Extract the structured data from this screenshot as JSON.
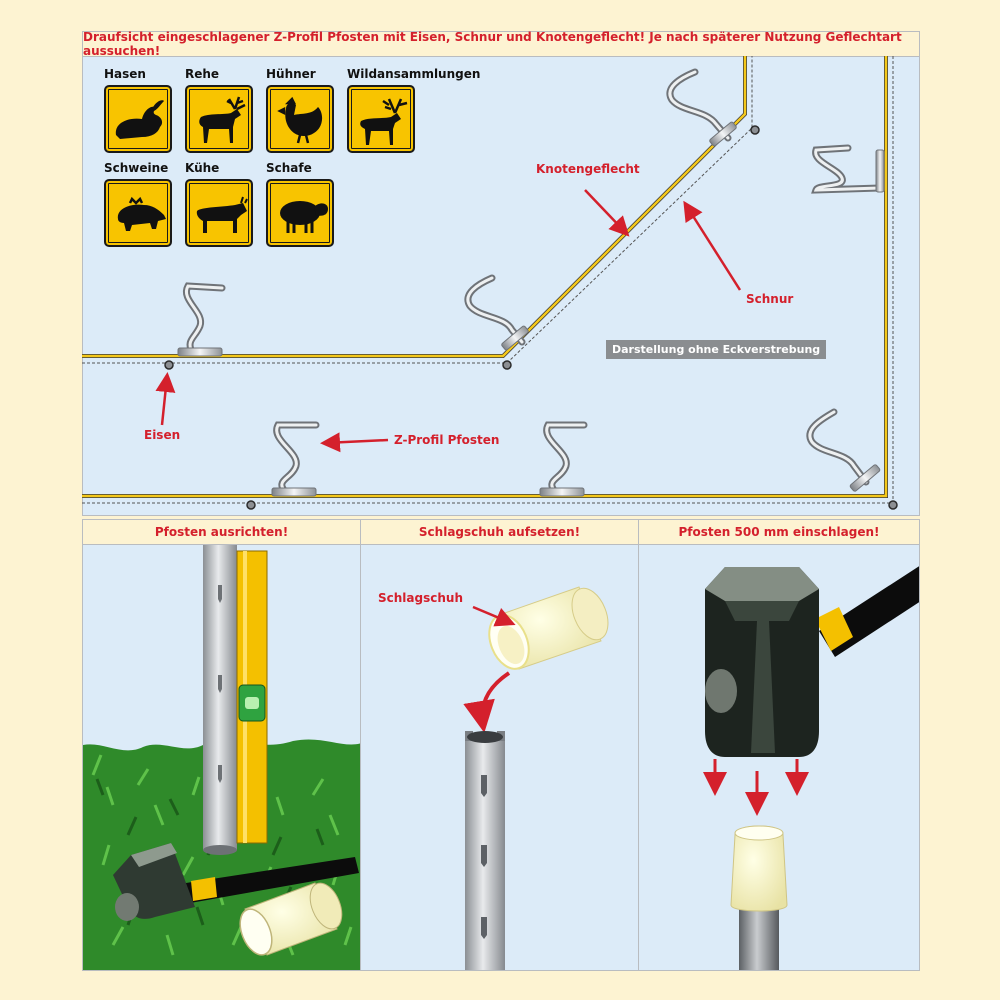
{
  "top_title": "Draufsicht eingeschlagener Z-Profil Pfosten mit Eisen, Schnur und Knotengeflecht! Je nach späterer Nutzung Geflechtart aussuchen!",
  "animals": [
    {
      "label": "Hasen",
      "icon": "rabbit-icon"
    },
    {
      "label": "Rehe",
      "icon": "deer-icon"
    },
    {
      "label": "Hühner",
      "icon": "chicken-icon"
    },
    {
      "label": "Wildansammlungen",
      "icon": "reindeer-icon"
    },
    {
      "label": "Schweine",
      "icon": "boar-icon"
    },
    {
      "label": "Kühe",
      "icon": "cow-icon"
    },
    {
      "label": "Schafe",
      "icon": "sheep-icon"
    }
  ],
  "labels": {
    "knotengeflecht": "Knotengeflecht",
    "schnur": "Schnur",
    "eisen": "Eisen",
    "z_profil": "Z-Profil Pfosten",
    "darstellung": "Darstellung ohne Eckverstrebung",
    "schlagschuh": "Schlagschuh"
  },
  "steps": [
    {
      "title": "Pfosten ausrichten!"
    },
    {
      "title": "Schlagschuh aufsetzen!"
    },
    {
      "title": "Pfosten 500 mm einschlagen!"
    }
  ],
  "colors": {
    "accent": "#d4202c",
    "panel": "#dcebf8",
    "background": "#fdf3d2",
    "yellow": "#f8c400"
  }
}
